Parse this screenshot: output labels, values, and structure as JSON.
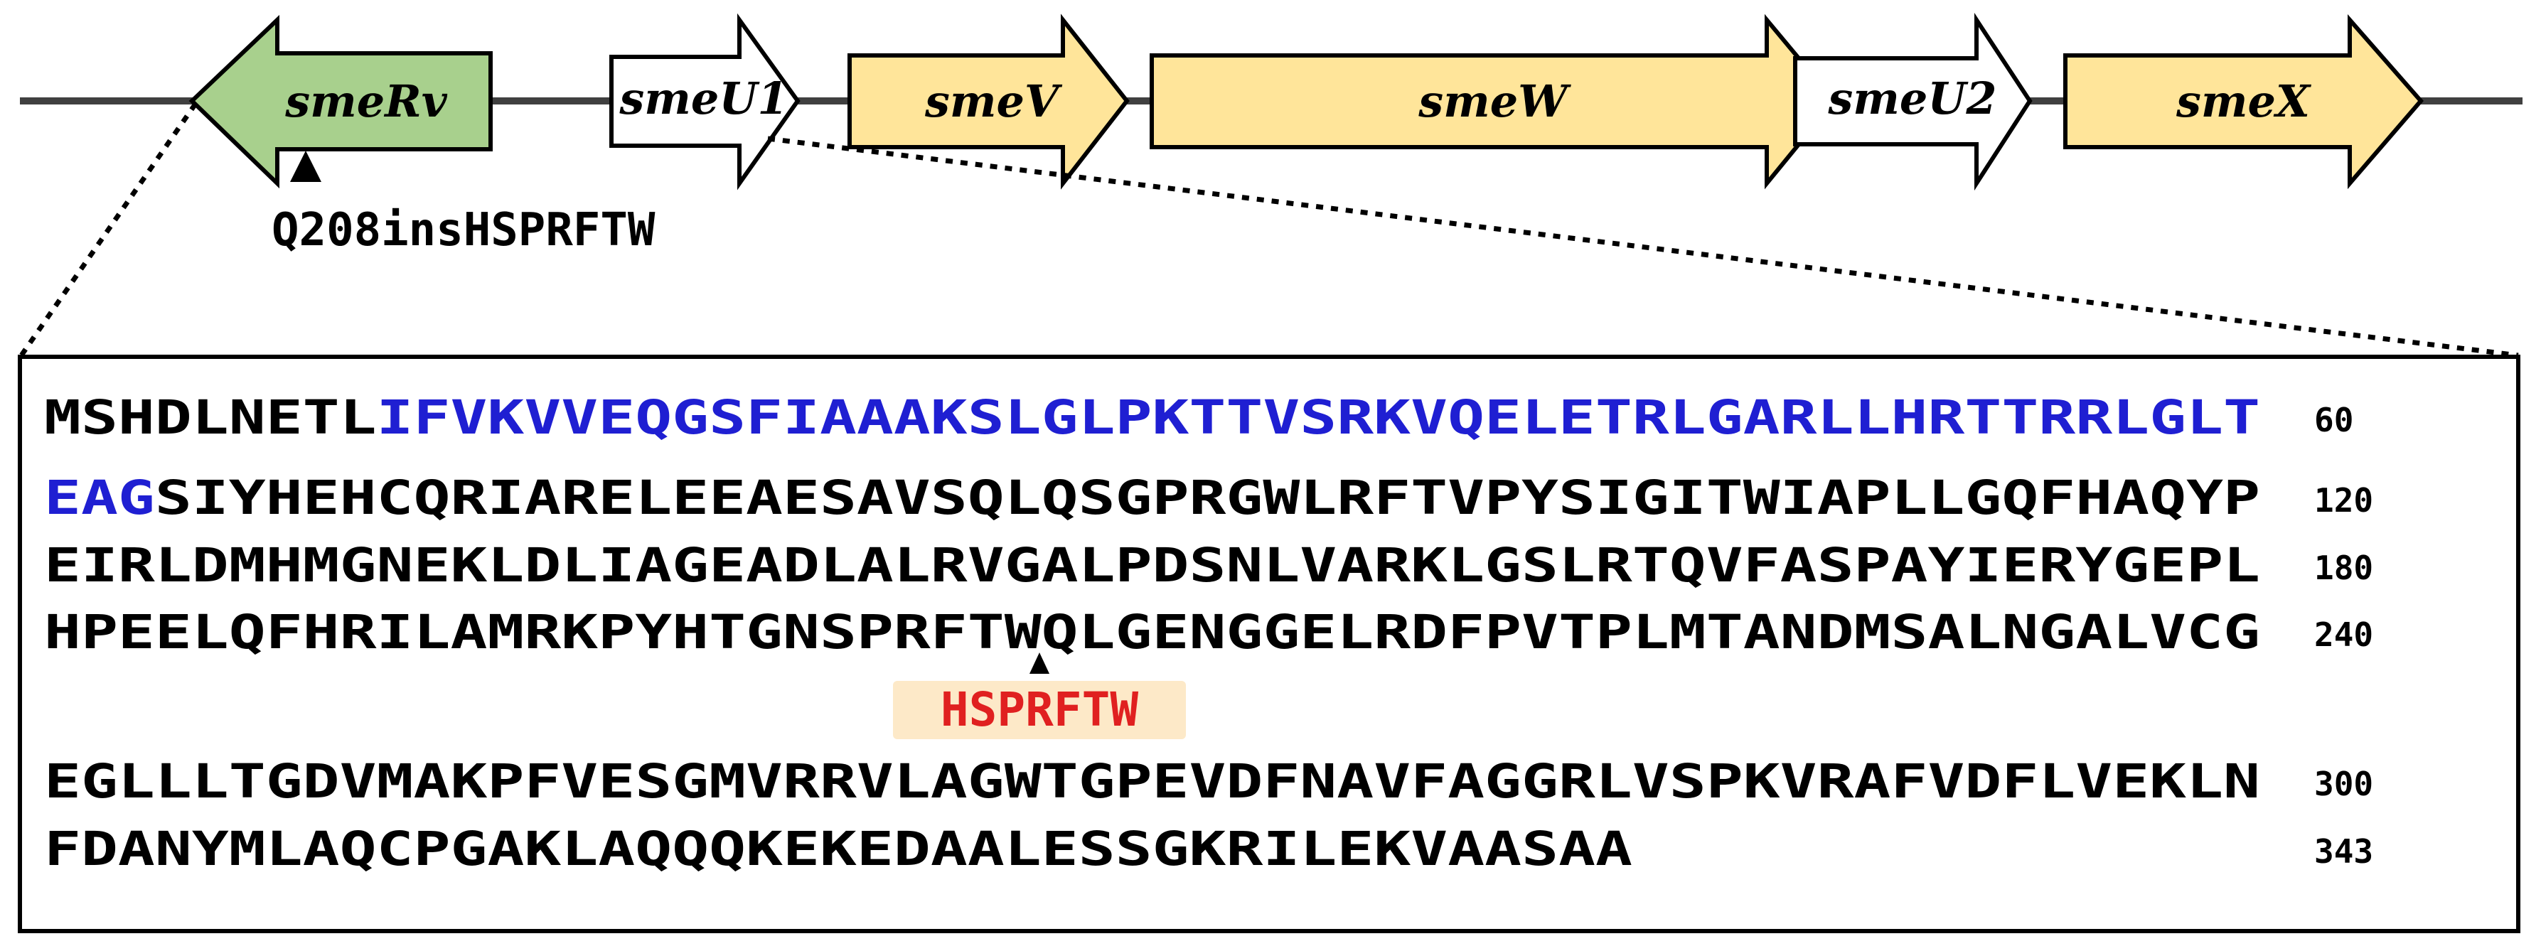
{
  "operon": {
    "genes": [
      {
        "id": "smeRv",
        "label": "smeRv",
        "fill": "#a8d08d"
      },
      {
        "id": "smeU1",
        "label": "smeU1",
        "fill": "#ffffff"
      },
      {
        "id": "smeV",
        "label": "smeV",
        "fill": "#ffe59a"
      },
      {
        "id": "smeW",
        "label": "smeW",
        "fill": "#ffe59a"
      },
      {
        "id": "smeU2",
        "label": "smeU2",
        "fill": "#ffffff"
      },
      {
        "id": "smeX",
        "label": "smeX",
        "fill": "#ffe59a"
      }
    ],
    "mutation_label": "Q208insHSPRFTW"
  },
  "sequence": {
    "lines": [
      {
        "black1": "MSHDLNETL",
        "blue": "IFVKVVEQGSFIAAAKSLGLPKTTVSRKVQELETRLGARLLHRTTRRLGLT",
        "black2": "",
        "num": "60"
      },
      {
        "black1": "",
        "blue": "EAG",
        "black2": "SIYHEHCQRIARELEEAESAVSQLQSGPRGWLRFTVPYSIGITWIAPLLGQFHAQYP",
        "num": "120"
      },
      {
        "black1": "EIRLDMHMGNEKLDLIAGEADLALRVGALPDSNLVARKLGSLRTQVFASPAYIERYGEPL",
        "blue": "",
        "black2": "",
        "num": "180"
      },
      {
        "black1": "HPEELQFHRILAMRKPYHTGNSPRFTWQLGENGGELRDFPVTPLMTANDMSALNGALVCG",
        "blue": "",
        "black2": "",
        "num": "240"
      },
      {
        "black1": "EGLLLTGDVMAKPFVESGMVRRVLAGWTGPEVDFNAVFAGGRLVSPKVRAFVDFLVEKLN",
        "blue": "",
        "black2": "",
        "num": "300"
      },
      {
        "black1": "FDANYMLAQCPGAKLAQQQKEKEDAALESSGKRILEKVAASAA",
        "blue": "",
        "black2": "",
        "num": "343"
      }
    ],
    "insertion": "HSPRFTW",
    "colors": {
      "insertion_text": "#e02020",
      "insertion_highlight": "#fde9c8",
      "pre_region": "#1f1fd2"
    }
  }
}
